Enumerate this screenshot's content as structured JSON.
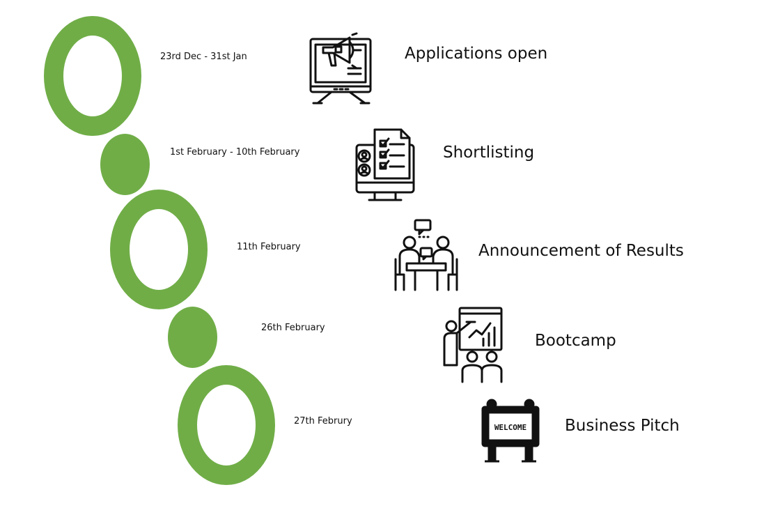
{
  "colors": {
    "accent_green": "#70AD47",
    "icon_stroke": "#111111"
  },
  "steps": [
    {
      "date": "23rd Dec - 31st Jan",
      "title": "Applications open",
      "icon": "megaphone-monitor-icon",
      "marker": "ring"
    },
    {
      "date": "1st February - 10th February",
      "title": "Shortlisting",
      "icon": "checklist-monitor-icon",
      "marker": "dot"
    },
    {
      "date": "11th February",
      "title": "Announcement of Results",
      "icon": "meeting-table-icon",
      "marker": "ring"
    },
    {
      "date": "26th February",
      "title": "Bootcamp",
      "icon": "presentation-board-icon",
      "marker": "dot"
    },
    {
      "date": "27th Februry",
      "title": "Business Pitch",
      "icon": "welcome-sign-icon",
      "marker": "ring"
    }
  ],
  "sign_text": "WELCOME"
}
